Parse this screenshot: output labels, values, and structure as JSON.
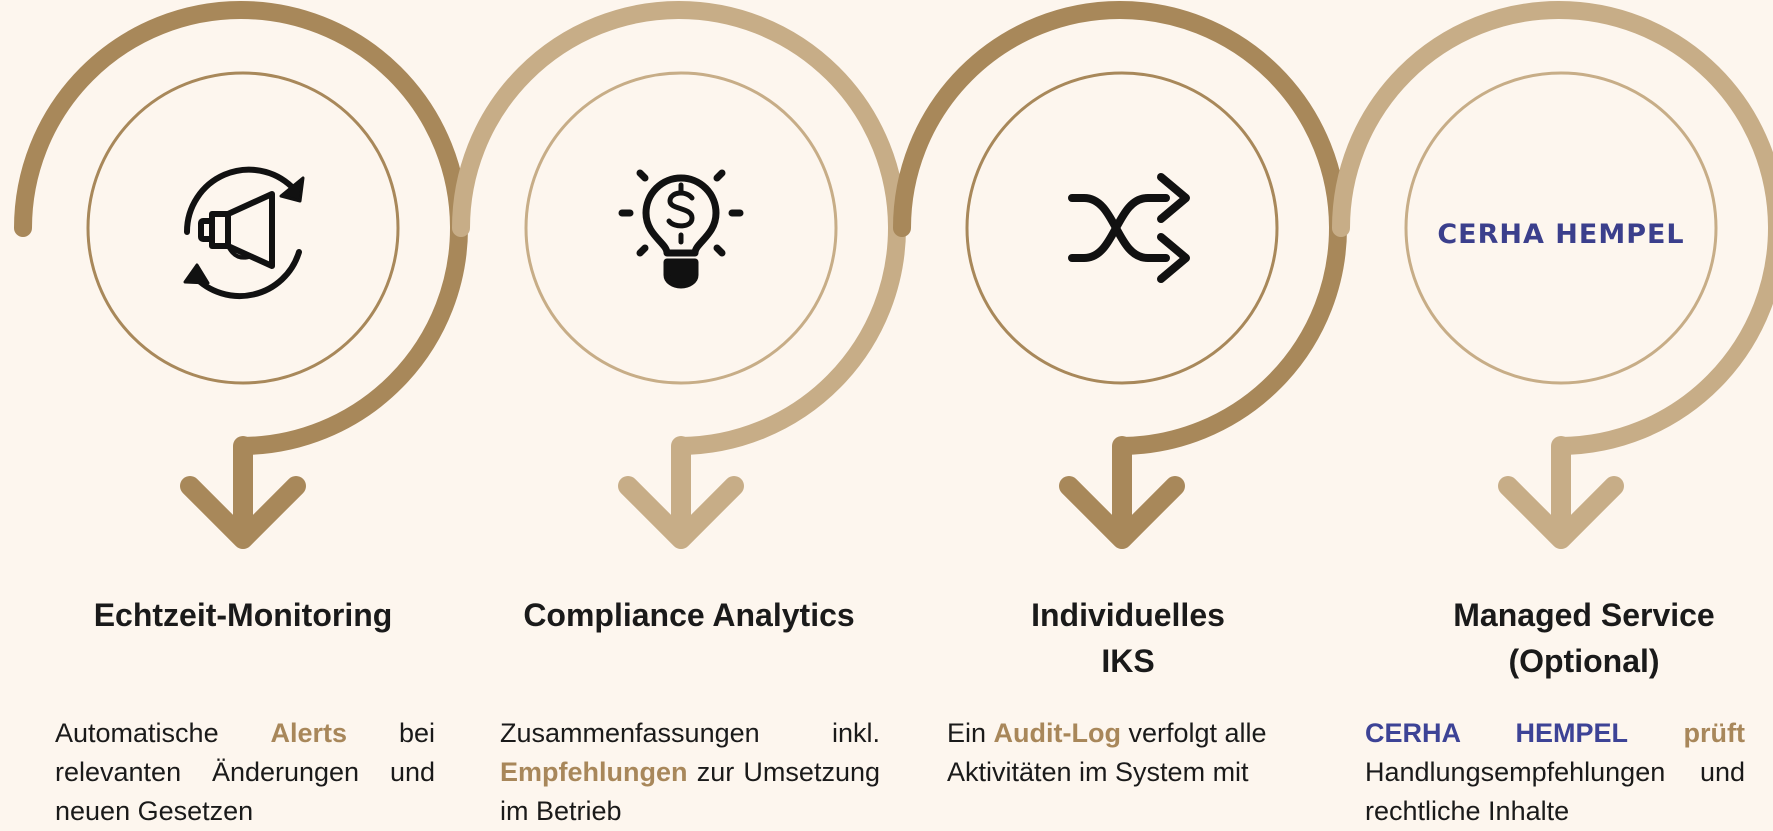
{
  "colors": {
    "background": "#fdf6ee",
    "gold_dark": "#a8885a",
    "gold_light": "#c7ad87",
    "highlight": "#a8875a",
    "brand_blue": "#3b3f8c"
  },
  "steps": [
    {
      "icon": "megaphone-refresh-icon",
      "title_lines": [
        "Echtzeit-Monitoring"
      ],
      "desc": {
        "pre": "Automatische ",
        "highlight": "Alerts",
        "post": " bei relevanten Änderungen und neuen Gesetzen"
      }
    },
    {
      "icon": "lightbulb-dollar-icon",
      "title_lines": [
        "Compliance Analytics"
      ],
      "desc": {
        "pre": "Zusammenfassungen inkl. ",
        "highlight": "Empfehlungen",
        "post": " zur Umsetzung im Betrieb"
      }
    },
    {
      "icon": "shuffle-arrows-icon",
      "title_lines": [
        "Individuelles",
        "IKS"
      ],
      "desc": {
        "pre": "Ein ",
        "highlight": "Audit-Log",
        "post": " verfolgt alle Aktivitäten im System mit"
      }
    },
    {
      "icon": "cerha-hempel-logo",
      "logo_text": "CERHA HEMPEL",
      "title_lines": [
        "Managed Service",
        "(Optional)"
      ],
      "desc": {
        "brand": "CERHA HEMPEL",
        "highlight": "prüft",
        "post": " Handlungsempfehlungen und rechtliche Inhalte"
      }
    }
  ]
}
